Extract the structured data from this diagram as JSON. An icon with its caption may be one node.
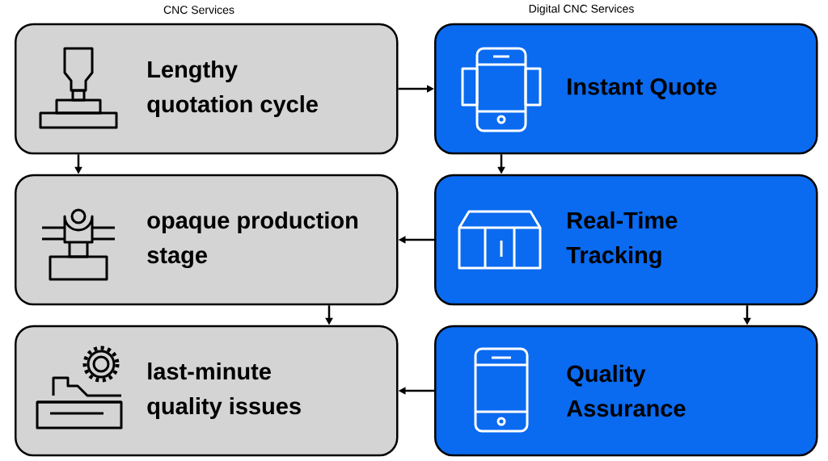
{
  "diagram": {
    "nodes": [
      {
        "text": [
          "Lengthy quotation cycle"
        ]
      },
      {
        "text": [
          "Instant Quote"
        ]
      },
      {
        "text": [
          "opaque production stage"
        ]
      },
      {
        "text": [
          "Real-Time Tracking"
        ]
      },
      {
        "text": [
          "last-minute quality issues"
        ]
      },
      {
        "text": [
          "Quality Assurance"
        ]
      }
    ],
    "edges": [
      {
        "from": 0,
        "to": 1,
        "arrow": "to"
      },
      {
        "from": 0,
        "to": 2,
        "arrow": "to"
      },
      {
        "from": 1,
        "to": 3,
        "arrow": "to"
      },
      {
        "from": 3,
        "to": 2,
        "arrow": "to"
      },
      {
        "from": 2,
        "to": 4,
        "arrow": "to"
      },
      {
        "from": 3,
        "to": 5,
        "arrow": "to"
      },
      {
        "from": 5,
        "to": 4,
        "arrow": "to"
      }
    ],
    "labels": [
      "CNC Services",
      "Digital CNC Services"
    ]
  }
}
